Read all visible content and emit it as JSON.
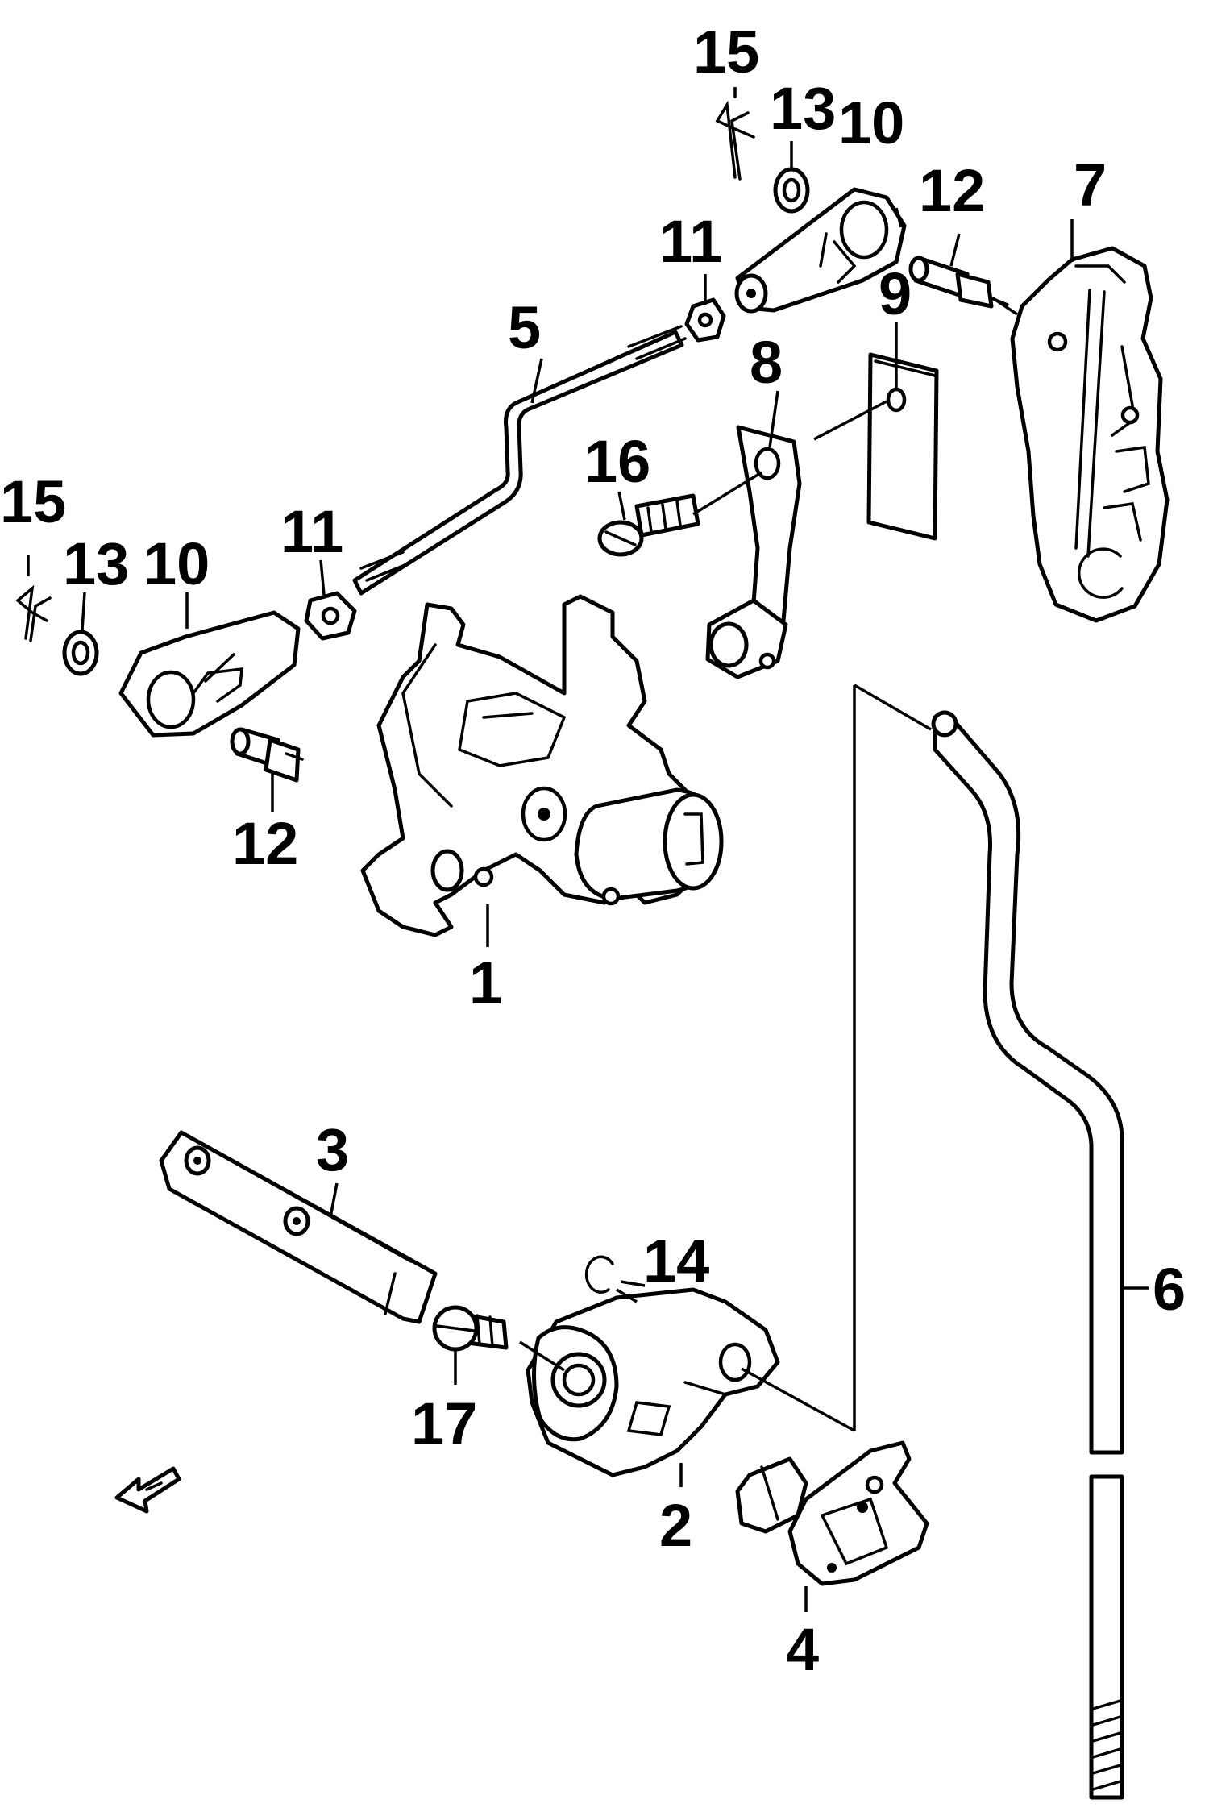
{
  "callouts": {
    "c1": "1",
    "c2": "2",
    "c3": "3",
    "c4": "4",
    "c5": "5",
    "c6": "6",
    "c7": "7",
    "c8": "8",
    "c9": "9",
    "c10_top": "10",
    "c10_left": "10",
    "c11_top": "11",
    "c11_left": "11",
    "c12_top": "12",
    "c12_left": "12",
    "c13_top": "13",
    "c13_left": "13",
    "c14": "14",
    "c15_top": "15",
    "c15_left": "15",
    "c16": "16",
    "c17": "17"
  },
  "direction_indicator": {
    "icon": "forward-arrow-icon"
  },
  "colors": {
    "line": "#000000",
    "background": "#ffffff"
  }
}
